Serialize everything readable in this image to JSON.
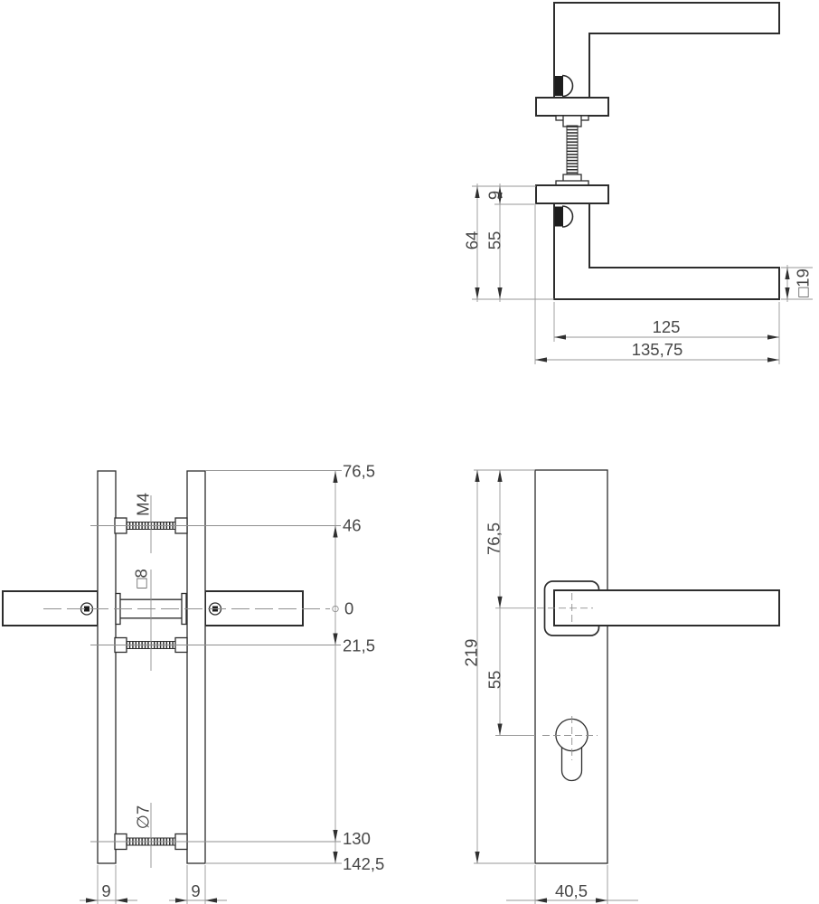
{
  "drawing": {
    "type": "technical-drawing",
    "subject": "door handle with security backplates - dimensioned orthographic views",
    "colors": {
      "line": "#2d2d2d",
      "dim": "#979797",
      "text": "#474747",
      "bg": "#ffffff"
    },
    "views": {
      "side_handle": {
        "title": "handle side view",
        "labels": {
          "rosette_thickness": "9",
          "total_height": "64",
          "below_rosette": "55",
          "lever_length": "125",
          "total_depth": "135,75",
          "bar_section": "□19"
        }
      },
      "side_plates": {
        "title": "backplates side view",
        "labels": {
          "screw_thread": "M4",
          "spindle": "□8",
          "hole_dia": "∅7",
          "top": "76,5",
          "screw_top": "46",
          "zero": "0",
          "screw_mid": "21,5",
          "screw_bottom": "130",
          "bottom": "142,5",
          "plate_thickness_a": "9",
          "plate_thickness_b": "9"
        }
      },
      "front_plate": {
        "title": "backplate front view",
        "labels": {
          "plate_height": "219",
          "top_to_handle": "76,5",
          "handle_to_cylinder": "55",
          "plate_width": "40,5"
        }
      }
    }
  }
}
